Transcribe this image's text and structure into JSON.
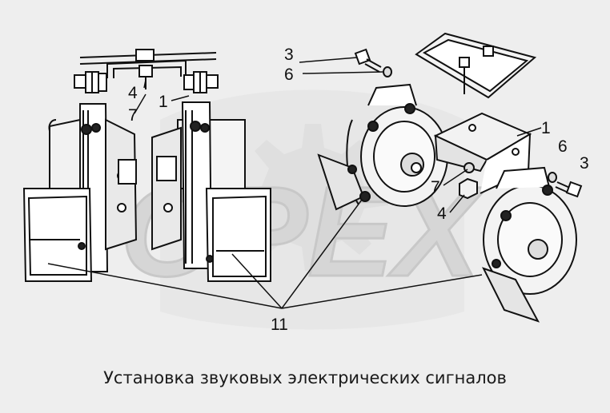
{
  "watermark": {
    "text": "OPEX",
    "color": "#d6d6d6",
    "icon": "gear-watermark"
  },
  "colors": {
    "line": "#111111",
    "fill": "#ffffff",
    "shade": "#cfcfcf",
    "background": "#eeeeee"
  },
  "callouts": {
    "left_4": "4",
    "left_7": "7",
    "left_1": "1",
    "top_3": "3",
    "top_6": "6",
    "right_1": "1",
    "right_6": "6",
    "right_3": "3",
    "mid_7": "7",
    "mid_4": "4",
    "bottom_11": "11"
  },
  "caption": "Установка звуковых электрических сигналов"
}
